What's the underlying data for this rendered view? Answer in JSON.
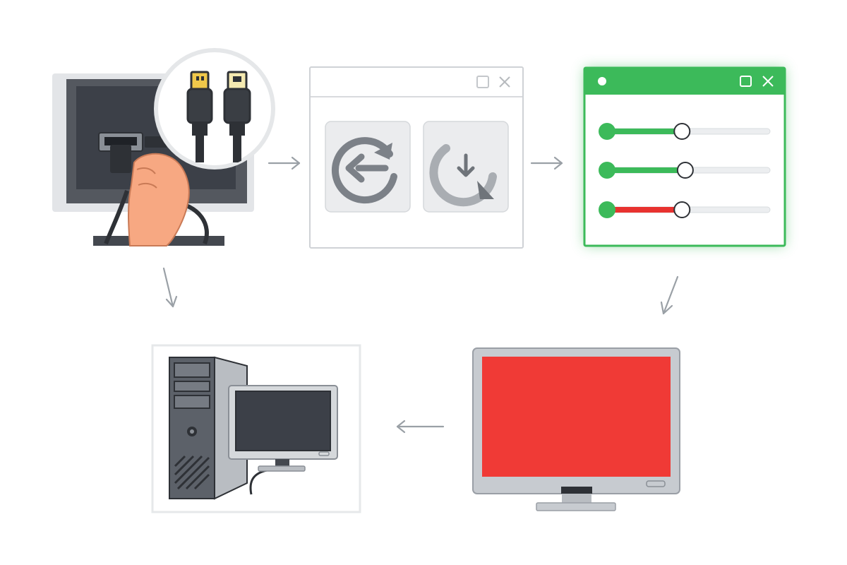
{
  "colors": {
    "background": "#ffffff",
    "accent_green": "#3cba5a",
    "error_red": "#e8322f",
    "screen_red": "#f03a36",
    "monitor_frame": "#c7cbd0",
    "dark_panel": "#3c4048",
    "icon_gray": "#7c8188",
    "arrow_gray": "#9aa0a6",
    "skin": "#f7a882"
  },
  "steps": [
    {
      "id": "check-cable",
      "icon": "hdmi-cable-icon"
    },
    {
      "id": "restart-update",
      "icons": [
        "restart-icon",
        "download-update-icon"
      ]
    },
    {
      "id": "adjust-settings",
      "sliders": [
        {
          "fill_color": "green",
          "level": 0.46
        },
        {
          "fill_color": "green",
          "level": 0.48
        },
        {
          "fill_color": "red",
          "level": 0.46
        }
      ]
    },
    {
      "id": "red-screen-monitor",
      "icon": "red-screen-icon"
    },
    {
      "id": "computer-tower",
      "icon": "desktop-computer-icon"
    }
  ]
}
